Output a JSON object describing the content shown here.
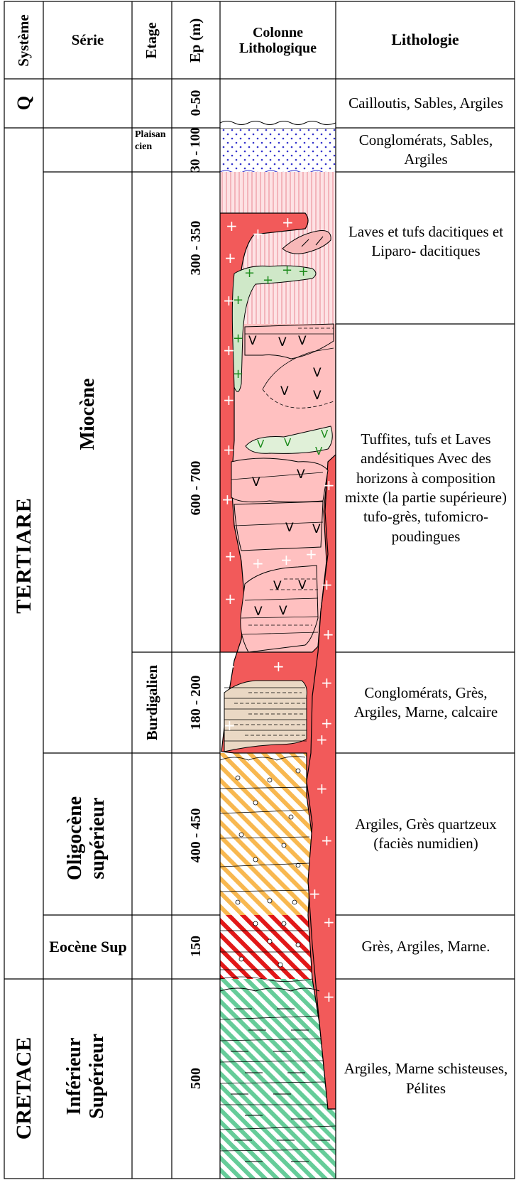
{
  "header": {
    "systeme": "Système",
    "serie": "Série",
    "etage": "Etage",
    "ep": "Ep (m)",
    "colonne": "Colonne Lithologique",
    "lithologie": "Lithologie"
  },
  "systems": [
    {
      "id": "q",
      "label": "Q"
    },
    {
      "id": "tertiaire",
      "label": "TERTIARE"
    },
    {
      "id": "cretace",
      "label": "CRETACE"
    }
  ],
  "series": [
    {
      "id": "miocene",
      "label": "Miocène"
    },
    {
      "id": "oligocene",
      "label": "Oligocène supérieur"
    },
    {
      "id": "eocene",
      "label": "Eocène Sup"
    },
    {
      "id": "cretace-serie",
      "label": "Inférieur Supérieur"
    }
  ],
  "etages": [
    {
      "id": "plaisancien",
      "label": "Plaisancien"
    },
    {
      "id": "burdigalien",
      "label": "Burdigalien"
    }
  ],
  "units": [
    {
      "id": "u1",
      "thickness": "0-50",
      "lithology": "Cailloutis, Sables, Argiles"
    },
    {
      "id": "u2",
      "thickness": "30 - 100",
      "lithology": "Conglomérats, Sables, Argiles"
    },
    {
      "id": "u3",
      "thickness": "300 - 350",
      "lithology": "Laves et tufs dacitiques et Liparo- dacitiques"
    },
    {
      "id": "u4",
      "thickness": "600 - 700",
      "lithology": "Tuffites, tufs et Laves andésitiques Avec des horizons à composition mixte (la partie supérieure) tufo-grès, tufomicro- poudingues"
    },
    {
      "id": "u5",
      "thickness": "180 - 200",
      "lithology": "Conglomérats, Grès, Argiles, Marne, calcaire"
    },
    {
      "id": "u6",
      "thickness": "400 - 450",
      "lithology": "Argiles, Grès quartzeux (faciès numidien)"
    },
    {
      "id": "u7",
      "thickness": "150",
      "lithology": "Grès, Argiles, Marne."
    },
    {
      "id": "u8",
      "thickness": "500",
      "lithology": "Argiles, Marne schisteuses, Pélites"
    }
  ],
  "colors": {
    "intrusion_red": "#f25a5a",
    "lava_pink": "#ffc0c0",
    "dacite_stripes": "#f7c8cc",
    "green_lens": "#cfe8c8",
    "tan_sediment": "#ead8c4",
    "orange_stripe": "#f8b850",
    "red_stripe": "#e21818",
    "green_stripe": "#66cc99",
    "blue_dots": "#3333cc"
  }
}
